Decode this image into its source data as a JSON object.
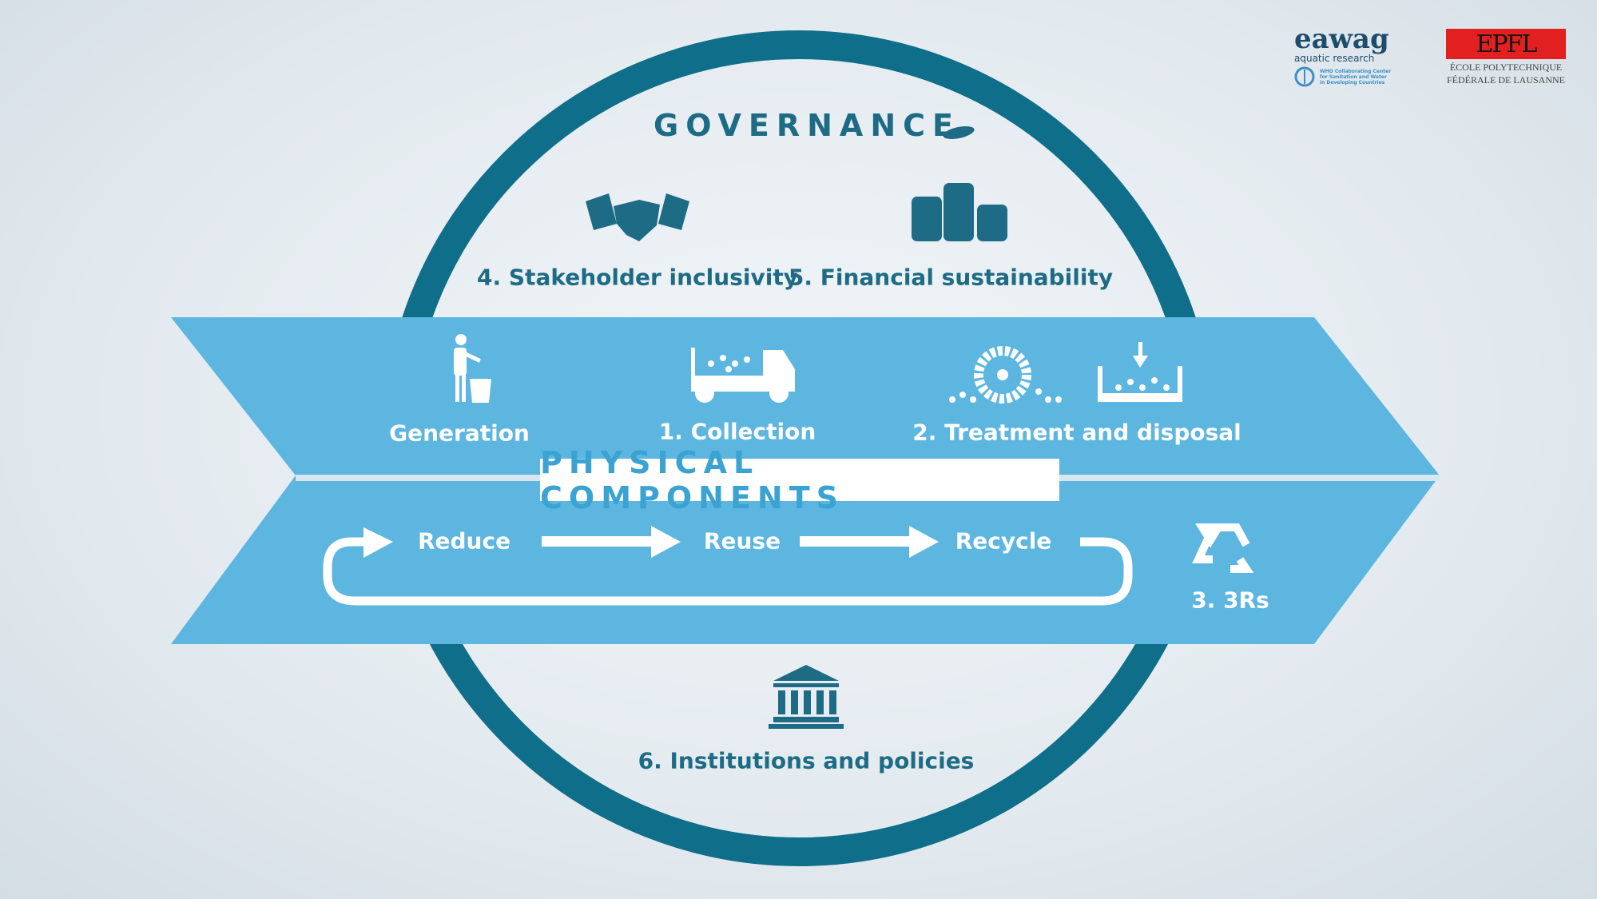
{
  "governance": {
    "title": "GOVERNANCE",
    "items": [
      {
        "label": "4. Stakeholder inclusivity",
        "icon": "handshake-icon"
      },
      {
        "label": "5. Financial sustainability",
        "icon": "coins-icon"
      },
      {
        "label": "6. Institutions and policies",
        "icon": "institution-building-icon"
      }
    ]
  },
  "physical": {
    "title": "PHYSICAL COMPONENTS",
    "items": [
      {
        "label": "Generation",
        "icon": "person-trash-icon"
      },
      {
        "label": "1. Collection",
        "icon": "garbage-truck-icon"
      },
      {
        "label": "2. Treatment and disposal",
        "icon": "treatment-landfill-icon"
      }
    ],
    "cycle": [
      "Reduce",
      "Reuse",
      "Recycle"
    ],
    "threeRs": {
      "label": "3. 3Rs",
      "icon": "recycle-icon"
    }
  },
  "logos": {
    "eawag": {
      "name": "eawag",
      "subtitle": "aquatic research",
      "who": "WHO Collaborating Center for Sanitation and Water in Developing Countries"
    },
    "epfl": {
      "name": "EPFL",
      "subtitle_line1": "ÉCOLE POLYTECHNIQUE",
      "subtitle_line2": "FÉDÉRALE DE LAUSANNE"
    }
  },
  "colors": {
    "ring": "#0f6e89",
    "band": "#5cb6e0",
    "text_dark": "#1d6b85",
    "accent": "#3aa3d2"
  }
}
